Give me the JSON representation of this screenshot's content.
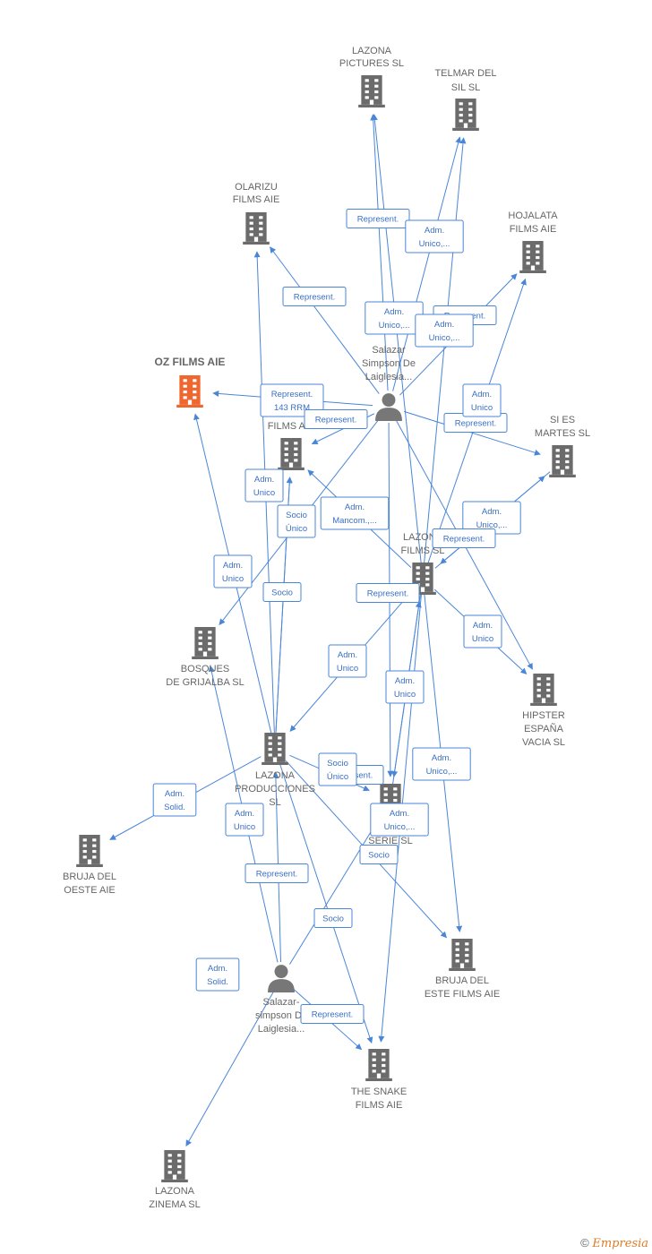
{
  "colors": {
    "edge": "#4a86d8",
    "building": "#6b6b6b",
    "highlight": "#f0662f",
    "person": "#777777"
  },
  "nodes": [
    {
      "id": "lazona_pictures",
      "type": "company",
      "lines": [
        "LAZONA",
        "PICTURES  SL"
      ]
    },
    {
      "id": "telmar",
      "type": "company",
      "lines": [
        "TELMAR DEL",
        "SIL  SL"
      ]
    },
    {
      "id": "olarizu",
      "type": "company",
      "lines": [
        "OLARIZU",
        "FILMS  AIE"
      ]
    },
    {
      "id": "hojalata",
      "type": "company",
      "lines": [
        "HOJALATA",
        "FILMS AIE"
      ]
    },
    {
      "id": "oz",
      "type": "company_highlight",
      "lines": [
        "OZ FILMS  AIE"
      ]
    },
    {
      "id": "salazar1",
      "type": "person",
      "lines": [
        "Salazar",
        "Simpson De",
        "Laiglesia..."
      ]
    },
    {
      "id": "films_aie",
      "type": "company",
      "lines": [
        "FILMS AIE"
      ]
    },
    {
      "id": "sies",
      "type": "company",
      "lines": [
        "SI ES",
        "MARTES  SL"
      ]
    },
    {
      "id": "lazona_films",
      "type": "company",
      "lines": [
        "LAZONA",
        "FILMS SL"
      ]
    },
    {
      "id": "bosques",
      "type": "company",
      "lines": [
        "BOSQUES",
        "DE GRIJALBA SL"
      ]
    },
    {
      "id": "hipster",
      "type": "company",
      "lines": [
        "HIPSTER",
        "ESPAÑA",
        "VACIA  SL"
      ]
    },
    {
      "id": "producciones",
      "type": "company",
      "lines": [
        "LAZONA",
        "PRODUCCIONES",
        "SL"
      ]
    },
    {
      "id": "bad_serie",
      "type": "company",
      "lines": [
        "BAD",
        "SERIE  SL"
      ]
    },
    {
      "id": "bruja_oeste",
      "type": "company",
      "lines": [
        "BRUJA DEL",
        "OESTE  AIE"
      ]
    },
    {
      "id": "bruja_este",
      "type": "company",
      "lines": [
        "BRUJA DEL",
        "ESTE FILMS AIE"
      ]
    },
    {
      "id": "salazar2",
      "type": "person",
      "lines": [
        "Salazar-",
        "simpson De",
        "Laiglesia..."
      ]
    },
    {
      "id": "snake",
      "type": "company",
      "lines": [
        "THE SNAKE",
        "FILMS AIE"
      ]
    },
    {
      "id": "zinema",
      "type": "company",
      "lines": [
        "LAZONA",
        "ZINEMA  SL"
      ]
    }
  ],
  "edges": [
    {
      "from": "salazar1",
      "to": "lazona_pictures",
      "lines": [
        "Represent."
      ]
    },
    {
      "from": "salazar1",
      "to": "telmar",
      "lines": [
        "Adm.",
        "Unico,..."
      ]
    },
    {
      "from": "salazar1",
      "to": "olarizu",
      "lines": [
        "Represent."
      ]
    },
    {
      "from": "salazar1",
      "to": "hojalata",
      "lines": [
        "Represent."
      ]
    },
    {
      "from": "salazar1",
      "to": "oz",
      "lines": [
        "Represent.",
        "143 RRM"
      ]
    },
    {
      "from": "salazar1",
      "to": "films_aie",
      "lines": [
        "Represent."
      ]
    },
    {
      "from": "salazar1",
      "to": "sies",
      "lines": [
        "Represent."
      ]
    },
    {
      "from": "salazar1",
      "to": "hipster",
      "lines": []
    },
    {
      "from": "salazar1",
      "to": "bosques",
      "lines": []
    },
    {
      "from": "salazar1",
      "to": "bad_serie",
      "lines": []
    },
    {
      "from": "lazona_films",
      "to": "lazona_pictures",
      "lines": [
        "Adm.",
        "Unico,..."
      ]
    },
    {
      "from": "lazona_films",
      "to": "telmar",
      "lines": [
        "Adm.",
        "Unico,..."
      ]
    },
    {
      "from": "lazona_films",
      "to": "hojalata",
      "lines": [
        "Adm.",
        "Unico"
      ]
    },
    {
      "from": "lazona_films",
      "to": "sies",
      "lines": [
        "Adm.",
        "Unico,..."
      ]
    },
    {
      "from": "lazona_films",
      "to": "films_aie",
      "lines": [
        "Adm.",
        "Mancom.,..."
      ]
    },
    {
      "from": "lazona_films",
      "to": "hipster",
      "lines": [
        "Adm.",
        "Unico"
      ]
    },
    {
      "from": "lazona_films",
      "to": "producciones",
      "lines": [
        "Adm.",
        "Unico"
      ]
    },
    {
      "from": "lazona_films",
      "to": "bad_serie",
      "lines": [
        "Adm.",
        "Unico"
      ]
    },
    {
      "from": "lazona_films",
      "to": "bruja_este",
      "lines": [
        "Adm.",
        "Unico,..."
      ]
    },
    {
      "from": "lazona_films",
      "to": "snake",
      "lines": [
        "Adm.",
        "Unico,..."
      ]
    },
    {
      "from": "sies",
      "to": "lazona_films",
      "lines": [
        "Represent."
      ]
    },
    {
      "from": "bad_serie",
      "to": "lazona_films",
      "lines": [
        "Represent."
      ]
    },
    {
      "from": "producciones",
      "to": "olarizu",
      "lines": [
        "Adm.",
        "Unico"
      ]
    },
    {
      "from": "producciones",
      "to": "films_aie",
      "lines": [
        "Socio"
      ]
    },
    {
      "from": "producciones",
      "to": "oz",
      "lines": [
        "Adm.",
        "Unico"
      ]
    },
    {
      "from": "producciones",
      "to": "bruja_oeste",
      "lines": [
        "Adm.",
        "Solid."
      ]
    },
    {
      "from": "producciones",
      "to": "bruja_este",
      "lines": [
        "Socio"
      ]
    },
    {
      "from": "producciones",
      "to": "snake",
      "lines": [
        "Socio"
      ]
    },
    {
      "from": "producciones",
      "to": "bad_serie",
      "lines": [
        "Represent."
      ]
    },
    {
      "from": "producciones",
      "to": "films_aie",
      "lines": [
        "Socio",
        "Único"
      ]
    },
    {
      "from": "salazar2",
      "to": "producciones",
      "lines": [
        "Represent."
      ]
    },
    {
      "from": "salazar2",
      "to": "bosques",
      "lines": [
        "Adm.",
        "Unico"
      ]
    },
    {
      "from": "salazar2",
      "to": "zinema",
      "lines": [
        "Adm.",
        "Solid."
      ]
    },
    {
      "from": "salazar2",
      "to": "snake",
      "lines": [
        "Represent."
      ]
    },
    {
      "from": "salazar2",
      "to": "bad_serie",
      "lines": [
        "Socio",
        "Único"
      ]
    }
  ],
  "footer": {
    "copyright": "©",
    "brand": "Empresia"
  }
}
